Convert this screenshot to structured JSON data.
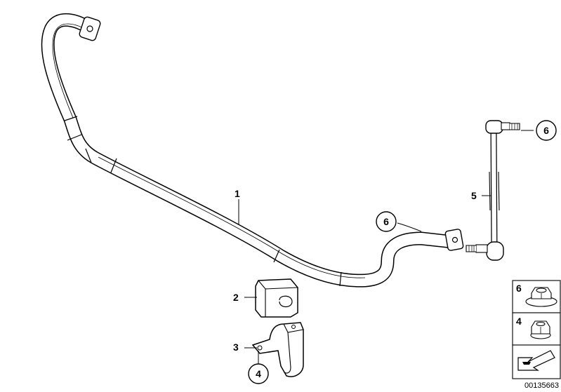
{
  "callouts": {
    "c1": "1",
    "c2": "2",
    "c3": "3",
    "c4_circle": "4",
    "c5": "5",
    "c6_top_circle": "6",
    "c6_mid_circle": "6"
  },
  "legend": {
    "item_nut_flange": "6",
    "item_nut_small": "4"
  },
  "document_number": "00135663"
}
